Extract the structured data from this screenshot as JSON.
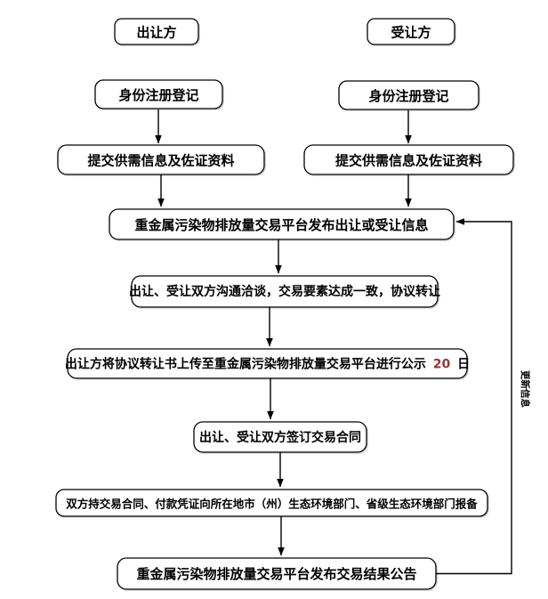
{
  "diagram": {
    "type": "flowchart",
    "colors": {
      "background": "#ffffff",
      "box_fill": "#ffffff",
      "box_border": "#000000",
      "arrow": "#000000",
      "highlight": "#993333"
    },
    "nodes": [
      {
        "id": "transferor",
        "label": "出让方"
      },
      {
        "id": "transferee",
        "label": "受让方"
      },
      {
        "id": "register-transferor",
        "label": "身份注册登记"
      },
      {
        "id": "register-transferee",
        "label": "身份注册登记"
      },
      {
        "id": "submit-info-transferor",
        "label": "提交供需信息及佐证资料"
      },
      {
        "id": "submit-info-transferee",
        "label": "提交供需信息及佐证资料"
      },
      {
        "id": "platform-publish-info",
        "label": "重金属污染物排放量交易平台发布出让或受让信息"
      },
      {
        "id": "negotiate-agreement",
        "label": "出让、受让双方沟通洽谈，交易要素达成一致，协议转让"
      },
      {
        "id": "upload-publicity",
        "label_prefix": "出让方将协议转让书上传至重金属污染物排放量交易平台进行公示",
        "label_highlight": "20",
        "label_suffix": "日"
      },
      {
        "id": "sign-contract",
        "label": "出让、受让双方签订交易合同"
      },
      {
        "id": "report-authorities",
        "label": "双方持交易合同、付款凭证向所在地市（州）生态环境部门、省级生态环境部门报备"
      },
      {
        "id": "platform-publish-result",
        "label": "重金属污染物排放量交易平台发布交易结果公告"
      }
    ],
    "feedback_label": "更新信息"
  }
}
